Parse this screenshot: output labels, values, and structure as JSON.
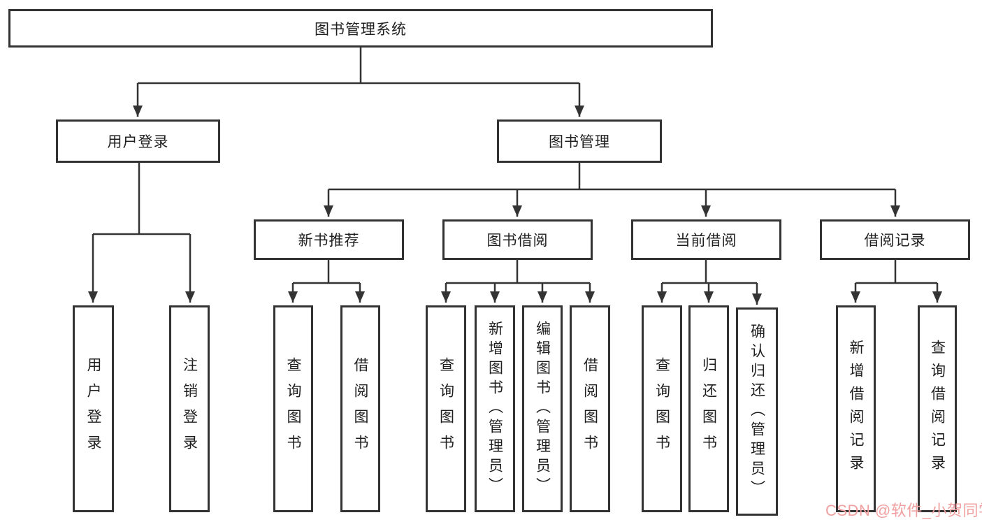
{
  "colors": {
    "line": "#333333",
    "box_border": "#333333",
    "text": "#1f1f1f",
    "watermark": "#f0a0a0",
    "background": "#ffffff"
  },
  "tree": {
    "root": {
      "label": "图书管理系统"
    },
    "branches": [
      {
        "label": "用户登录",
        "children": [
          {
            "label": "用户登录"
          },
          {
            "label": "注销登录"
          }
        ]
      },
      {
        "label": "图书管理",
        "children": [
          {
            "label": "新书推荐",
            "children": [
              {
                "label": "查询图书"
              },
              {
                "label": "借阅图书"
              }
            ]
          },
          {
            "label": "图书借阅",
            "children": [
              {
                "label": "查询图书"
              },
              {
                "label": "新增图书（管理员）"
              },
              {
                "label": "编辑图书（管理员）"
              },
              {
                "label": "借阅图书"
              }
            ]
          },
          {
            "label": "当前借阅",
            "children": [
              {
                "label": "查询图书"
              },
              {
                "label": "归还图书"
              },
              {
                "label": "确认归还（管理员）"
              }
            ]
          },
          {
            "label": "借阅记录",
            "children": [
              {
                "label": "新增借阅记录"
              },
              {
                "label": "查询借阅记录"
              }
            ]
          }
        ]
      }
    ]
  },
  "watermark": {
    "text": "CSDN @软件_小贺同学"
  }
}
